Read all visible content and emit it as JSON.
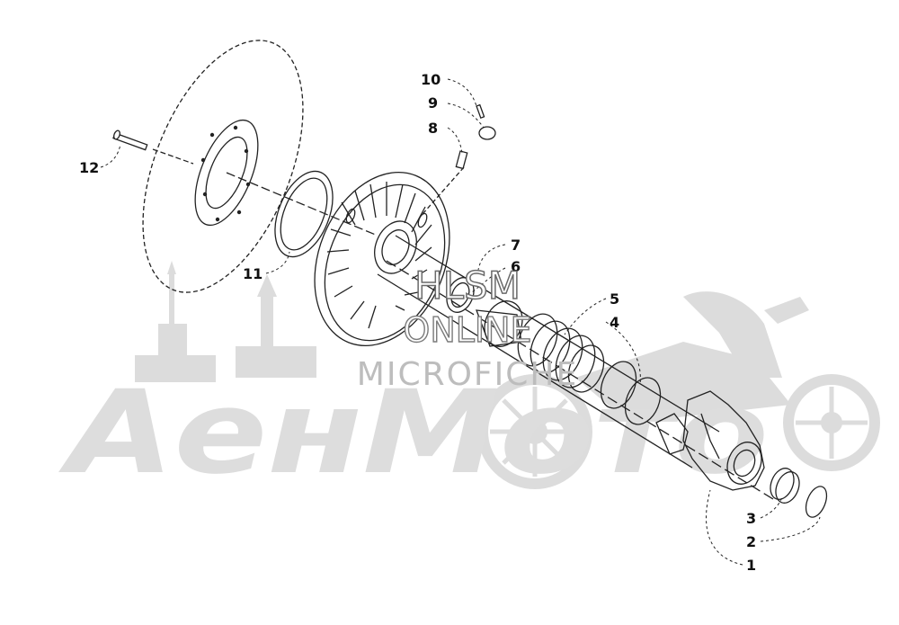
{
  "diagram": {
    "callouts": [
      "1",
      "2",
      "3",
      "4",
      "5",
      "6",
      "7",
      "8",
      "9",
      "10",
      "11",
      "12"
    ]
  },
  "watermark": {
    "line1": "HLSM",
    "line2": "ONLINE",
    "line3": "MICROFICHE",
    "brand": "АенМото"
  },
  "colors": {
    "line": "#222222",
    "watermark": "#d9d9d9",
    "watermark_text": "#7a7a7a"
  }
}
